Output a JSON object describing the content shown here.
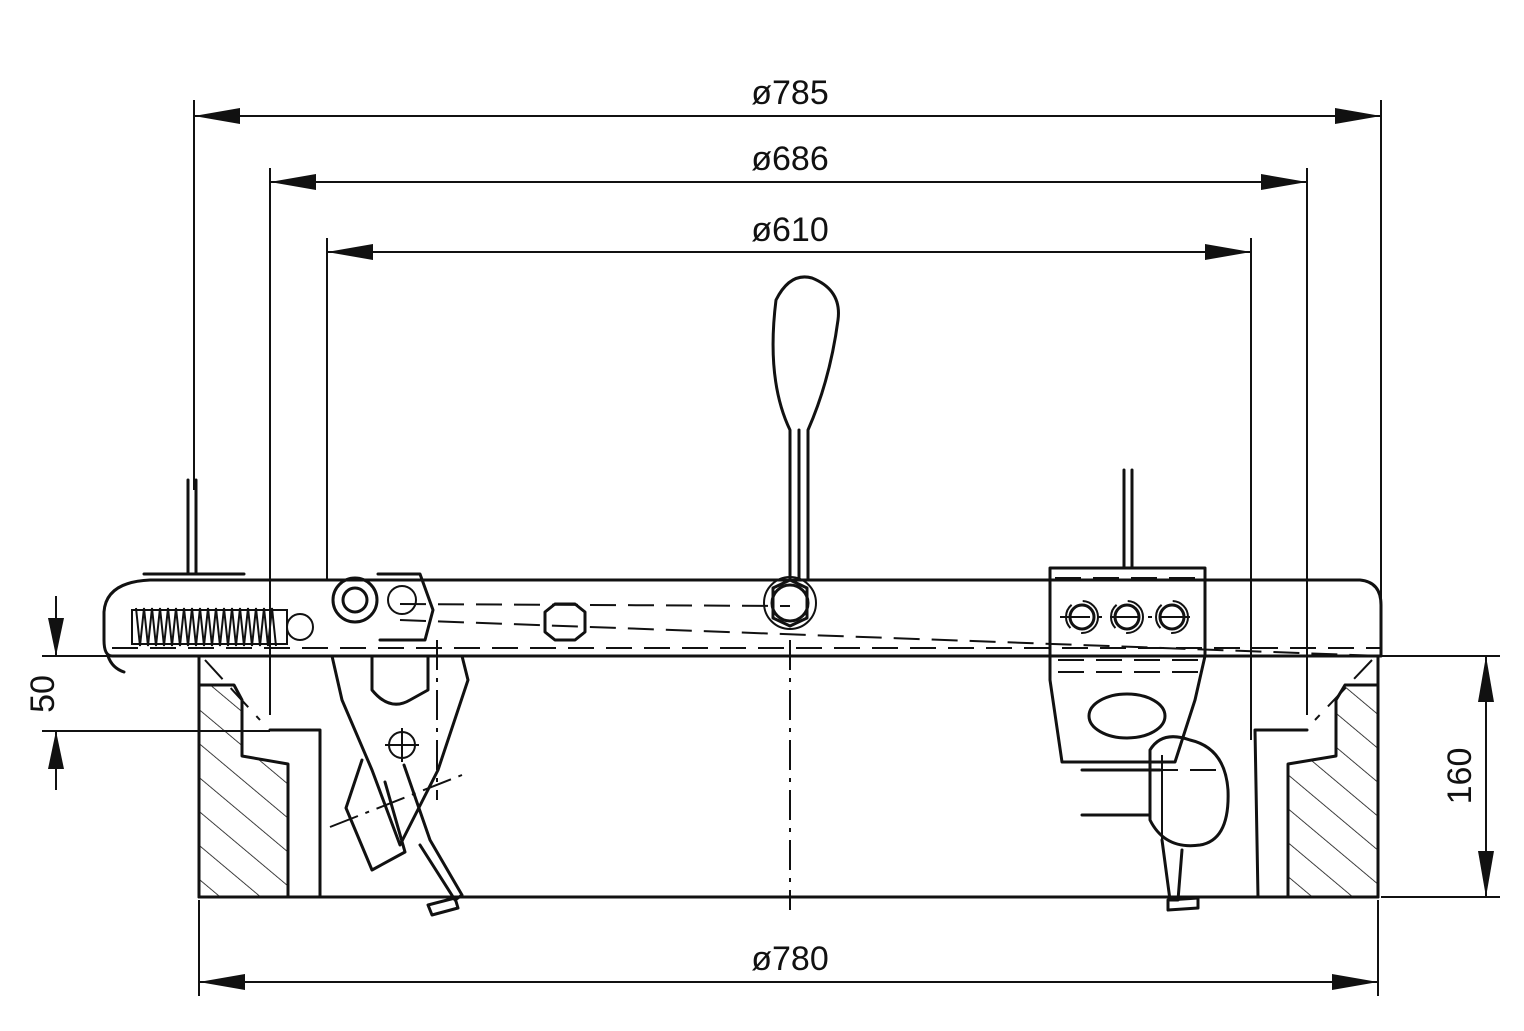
{
  "dimensions": {
    "d785": "ø785",
    "d686": "ø686",
    "d610": "ø610",
    "d780": "ø780",
    "h50": "50",
    "h160": "160"
  },
  "colors": {
    "line": "#111111",
    "background": "#ffffff"
  }
}
